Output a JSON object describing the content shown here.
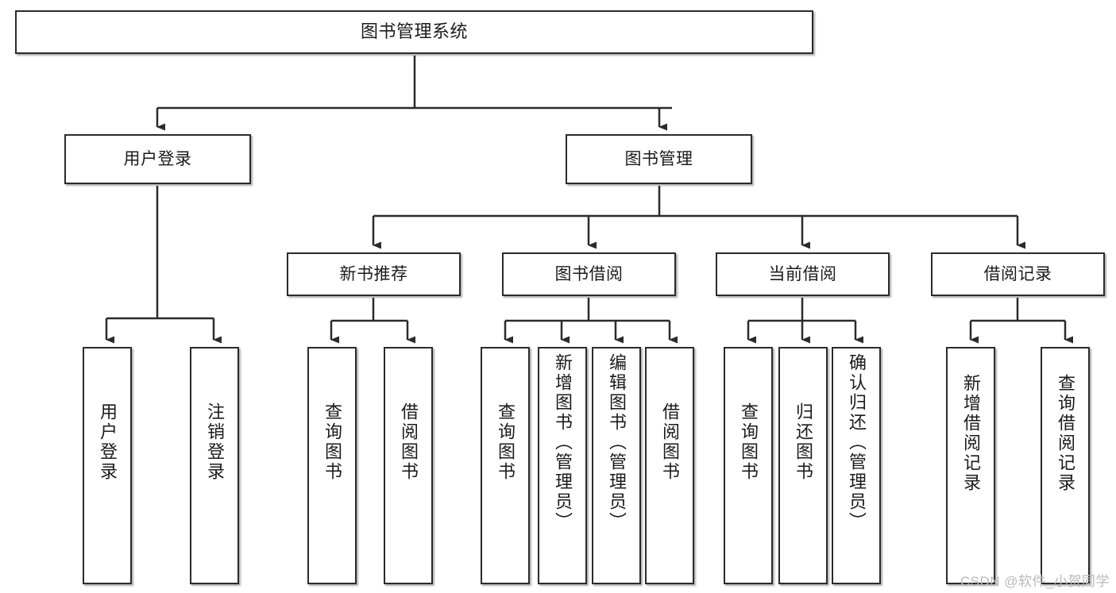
{
  "diagram": {
    "title": "图书管理系统",
    "type": "tree",
    "watermark": "CSDN @软件_小贺同学",
    "style": {
      "box_fill": "#ffffff",
      "box_stroke": "#2b2b2b",
      "connector_stroke": "#2b2b2b",
      "text_color": "#1b1b1b",
      "background": "#ffffff",
      "watermark_color": "#b9b9b9"
    },
    "nodes": {
      "root": {
        "label": "图书管理系统",
        "orientation": "horizontal"
      },
      "level1": [
        {
          "id": "user-login",
          "label": "用户登录",
          "orientation": "horizontal"
        },
        {
          "id": "book-manage",
          "label": "图书管理",
          "orientation": "horizontal"
        }
      ],
      "level2": [
        {
          "id": "new-book-recommend",
          "label": "新书推荐",
          "orientation": "horizontal"
        },
        {
          "id": "book-borrow",
          "label": "图书借阅",
          "orientation": "horizontal"
        },
        {
          "id": "current-borrow",
          "label": "当前借阅",
          "orientation": "horizontal"
        },
        {
          "id": "borrow-record",
          "label": "借阅记录",
          "orientation": "horizontal"
        }
      ],
      "leaves": [
        {
          "id": "leaf-user-login",
          "label": "用户登录",
          "parent": "user-login",
          "orientation": "vertical"
        },
        {
          "id": "leaf-logout-login",
          "label": "注销登录",
          "parent": "user-login",
          "orientation": "vertical"
        },
        {
          "id": "leaf-query-book-1",
          "label": "查询图书",
          "parent": "new-book-recommend",
          "orientation": "vertical"
        },
        {
          "id": "leaf-borrow-book-1",
          "label": "借阅图书",
          "parent": "new-book-recommend",
          "orientation": "vertical"
        },
        {
          "id": "leaf-query-book-2",
          "label": "查询图书",
          "parent": "book-borrow",
          "orientation": "vertical"
        },
        {
          "id": "leaf-add-book",
          "label": "新增图书（管理员）",
          "parent": "book-borrow",
          "orientation": "vertical"
        },
        {
          "id": "leaf-edit-book",
          "label": "编辑图书（管理员）",
          "parent": "book-borrow",
          "orientation": "vertical"
        },
        {
          "id": "leaf-borrow-book-2",
          "label": "借阅图书",
          "parent": "book-borrow",
          "orientation": "vertical"
        },
        {
          "id": "leaf-query-book-3",
          "label": "查询图书",
          "parent": "current-borrow",
          "orientation": "vertical"
        },
        {
          "id": "leaf-return-book",
          "label": "归还图书",
          "parent": "current-borrow",
          "orientation": "vertical"
        },
        {
          "id": "leaf-confirm-return",
          "label": "确认归还（管理员）",
          "parent": "current-borrow",
          "orientation": "vertical"
        },
        {
          "id": "leaf-add-record",
          "label": "新增借阅记录",
          "parent": "borrow-record",
          "orientation": "vertical"
        },
        {
          "id": "leaf-query-record",
          "label": "查询借阅记录",
          "parent": "borrow-record",
          "orientation": "vertical"
        }
      ]
    }
  }
}
